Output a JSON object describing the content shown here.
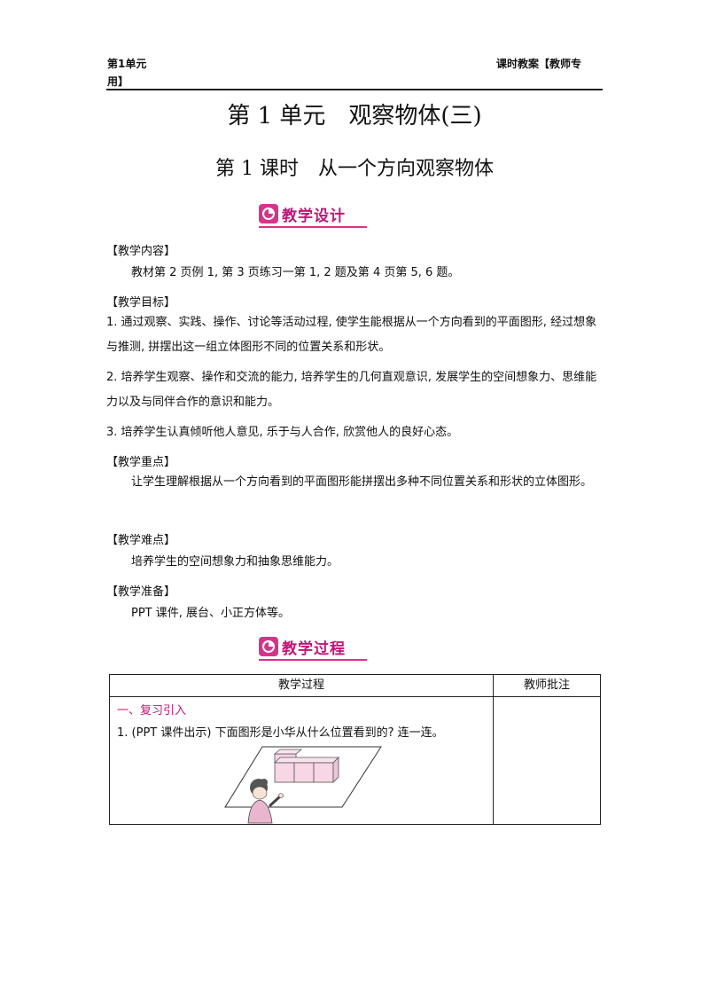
{
  "header": {
    "left": "第1单元用】",
    "right": "课时教案【教师专"
  },
  "title": "第 1 单元　观察物体(三)",
  "subtitle": "第 1 课时　从一个方向观察物体",
  "banners": {
    "design": "教学设计",
    "process": "教学过程"
  },
  "colors": {
    "accent": "#c4137a"
  },
  "sections": {
    "content_head": "【教学内容】",
    "content_text": "教材第 2 页例 1, 第 3 页练习一第 1, 2 题及第 4 页第 5, 6 题。",
    "goal_head": "【教学目标】",
    "goal_1": "1. 通过观察、实践、操作、讨论等活动过程, 使学生能根据从一个方向看到的平面图形, 经过想象与推测, 拼摆出这一组立体图形不同的位置关系和形状。",
    "goal_2": "2. 培养学生观察、操作和交流的能力, 培养学生的几何直观意识, 发展学生的空间想象力、思维能力以及与同伴合作的意识和能力。",
    "goal_3": "3. 培养学生认真倾听他人意见, 乐于与人合作, 欣赏他人的良好心态。",
    "key_head": "【教学重点】",
    "key_text": "让学生理解根据从一个方向看到的平面图形能拼摆出多种不同位置关系和形状的立体图形。",
    "difficulty_head": "【教学难点】",
    "difficulty_text": "培养学生的空间想象力和抽象思维能力。",
    "prep_head": "【教学准备】",
    "prep_text": "PPT 课件, 展台、小正方体等。"
  },
  "table": {
    "col1": "教学过程",
    "col2": "教师批注",
    "part_head": "一、复习引入",
    "question": "1. (PPT 课件出示) 下面图形是小华从什么位置看到的? 连一连。"
  }
}
